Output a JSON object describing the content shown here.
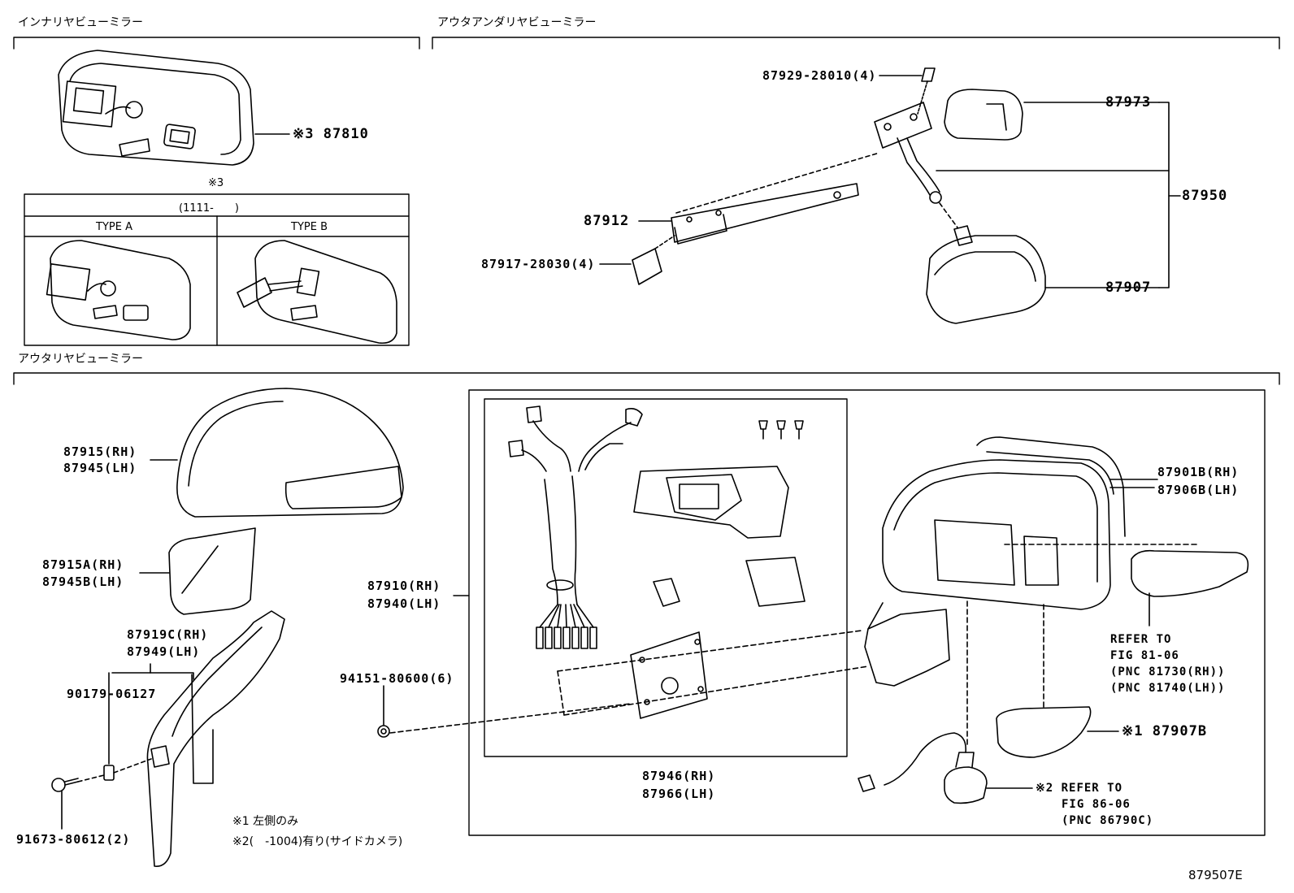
{
  "sections": {
    "inner": "インナリヤビューミラー",
    "outer_under": "アウタアンダリヤビューミラー",
    "outer": "アウタリヤビューミラー"
  },
  "inner_table": {
    "mark": "※3",
    "period": "(1111-　　)",
    "type_a": "TYPE A",
    "type_b": "TYPE B"
  },
  "labels": {
    "p87810": "※3 87810",
    "p87929": "87929-28010(4)",
    "p87973": "87973",
    "p87950": "87950",
    "p87912": "87912",
    "p87917": "87917-28030(4)",
    "p87907": "87907",
    "p87915": "87915(RH)",
    "p87945": "87945(LH)",
    "p87915a": "87915A(RH)",
    "p87945b": "87945B(LH)",
    "p87919c": "87919C(RH)",
    "p87949": "87949(LH)",
    "p90179": "90179-06127",
    "p91673": "91673-80612(2)",
    "p87910": "87910(RH)",
    "p87940": "87940(LH)",
    "p94151": "94151-80600(6)",
    "p87946": "87946(RH)",
    "p87966": "87966(LH)",
    "p87901b": "87901B(RH)",
    "p87906b": "87906B(LH)",
    "p87907b": "※1 87907B"
  },
  "refs": {
    "fig81": [
      "REFER TO",
      "FIG 81-06",
      "(PNC 81730(RH))",
      "(PNC 81740(LH))"
    ],
    "fig86": [
      "※2 REFER TO",
      "FIG 86-06",
      "(PNC 86790C)"
    ]
  },
  "notes": {
    "n1": "※1 左側のみ",
    "n2": "※2(　-1004)有り(サイドカメラ)"
  },
  "figure_id": "879507E"
}
